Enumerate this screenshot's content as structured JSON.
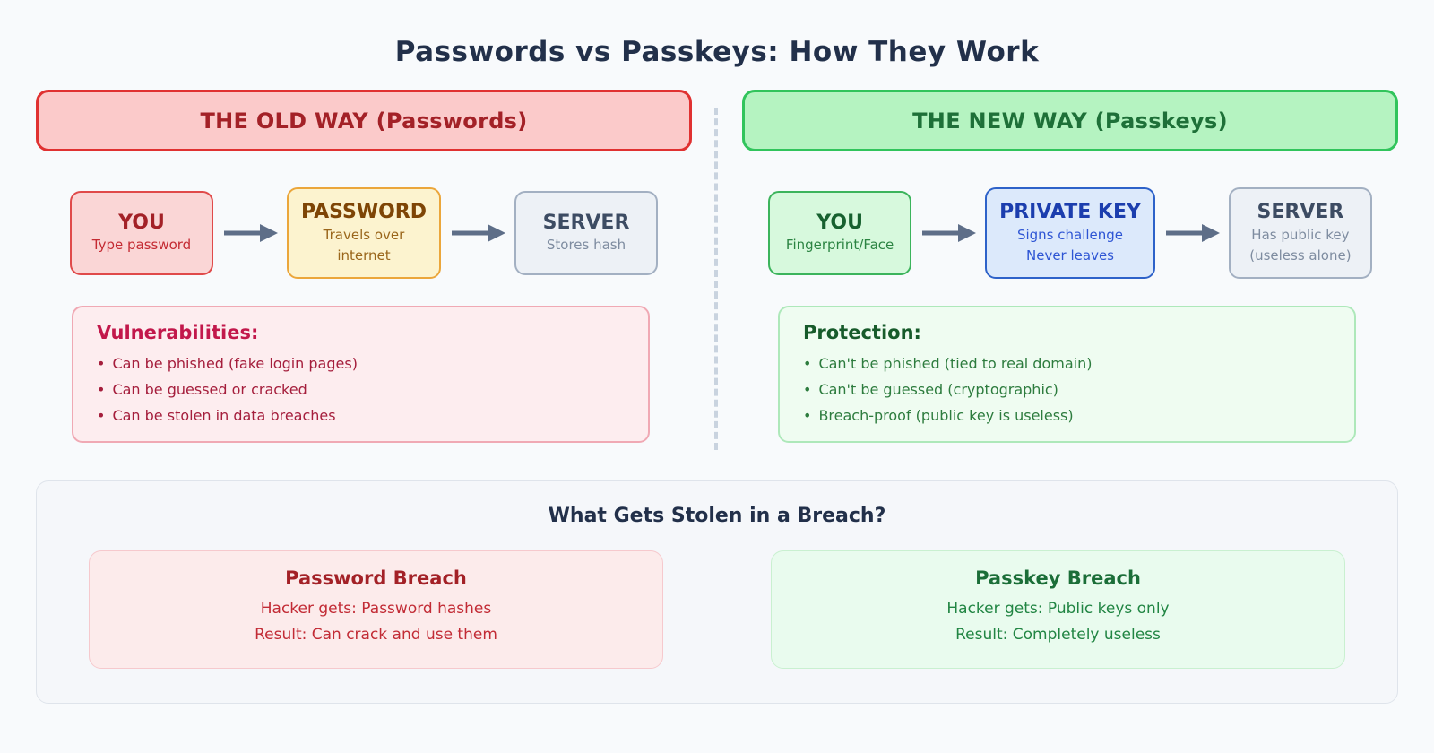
{
  "page": {
    "title": "Passwords vs Passkeys: How They Work"
  },
  "ui": {
    "bullet_char": "•",
    "colors": {
      "page_background": "#F8FAFC",
      "title_navy": "#22304A",
      "old_red_border": "#E03131",
      "old_red_background": "#FBCACA",
      "new_green_border": "#31C45C",
      "new_green_background": "#B5F3C1",
      "password_yellow_border": "#EBA63B",
      "private_key_blue_border": "#2E62C9",
      "server_gray_border": "#A3B0C2",
      "arrow_slate": "#5E6E88",
      "divider_dash": "#C9D3DF"
    }
  },
  "old_way": {
    "header": "THE OLD WAY (Passwords)",
    "flow": [
      {
        "id": "you",
        "variant": "red",
        "title": "YOU",
        "lines": [
          "Type password"
        ]
      },
      {
        "id": "password",
        "variant": "yellow",
        "title": "PASSWORD",
        "lines": [
          "Travels over",
          "internet"
        ]
      },
      {
        "id": "server",
        "variant": "gray",
        "title": "SERVER",
        "lines": [
          "Stores hash"
        ]
      }
    ],
    "panel": {
      "heading": "Vulnerabilities:",
      "items": [
        "Can be phished (fake login pages)",
        "Can be guessed or cracked",
        "Can be stolen in data breaches"
      ]
    }
  },
  "new_way": {
    "header": "THE NEW WAY (Passkeys)",
    "flow": [
      {
        "id": "you",
        "variant": "green",
        "title": "YOU",
        "lines": [
          "Fingerprint/Face"
        ]
      },
      {
        "id": "private-key",
        "variant": "blue",
        "title": "PRIVATE KEY",
        "lines": [
          "Signs challenge",
          "Never leaves"
        ]
      },
      {
        "id": "server",
        "variant": "gray",
        "title": "SERVER",
        "lines": [
          "Has public key",
          "(useless alone)"
        ]
      }
    ],
    "panel": {
      "heading": "Protection:",
      "items": [
        "Can't be phished (tied to real domain)",
        "Can't be guessed (cryptographic)",
        "Breach-proof (public key is useless)"
      ]
    }
  },
  "breach_section": {
    "title": "What Gets Stolen in a Breach?",
    "cards": [
      {
        "id": "password-breach",
        "variant": "red",
        "title": "Password Breach",
        "lines": [
          "Hacker gets: Password hashes",
          "Result: Can crack and use them"
        ]
      },
      {
        "id": "passkey-breach",
        "variant": "green",
        "title": "Passkey Breach",
        "lines": [
          "Hacker gets: Public keys only",
          "Result: Completely useless"
        ]
      }
    ]
  }
}
